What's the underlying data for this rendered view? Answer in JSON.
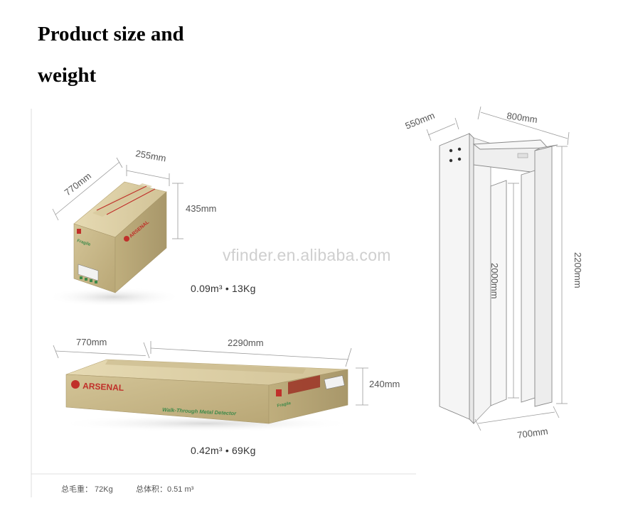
{
  "title": {
    "line1": "Product size and",
    "line2": "weight"
  },
  "watermark": "vfinder.en.alibaba.com",
  "small_box": {
    "length": "770mm",
    "width": "255mm",
    "height": "435mm",
    "spec": "0.09m³ • 13Kg",
    "label_fragile": "Fragile",
    "label_brand": "ARSENAL"
  },
  "long_box": {
    "width": "770mm",
    "length": "2290mm",
    "height": "240mm",
    "spec": "0.42m³ • 69Kg",
    "brand": "ARSENAL",
    "product_text": "Walk-Through Metal Detector",
    "label_fragile": "Fragile"
  },
  "detector": {
    "depth": "550mm",
    "width": "800mm",
    "bottom_width": "700mm",
    "inner_height": "2000mm",
    "total_height": "2200mm"
  },
  "footer": {
    "gross_weight": "总毛重： 72Kg",
    "total_volume": "总体积：0.51 m³"
  },
  "colors": {
    "box_front": "#c9b98a",
    "box_top": "#d9cba0",
    "box_side": "#b9a776",
    "brand_red": "#c0302a",
    "brand_green": "#3f8a4a"
  }
}
